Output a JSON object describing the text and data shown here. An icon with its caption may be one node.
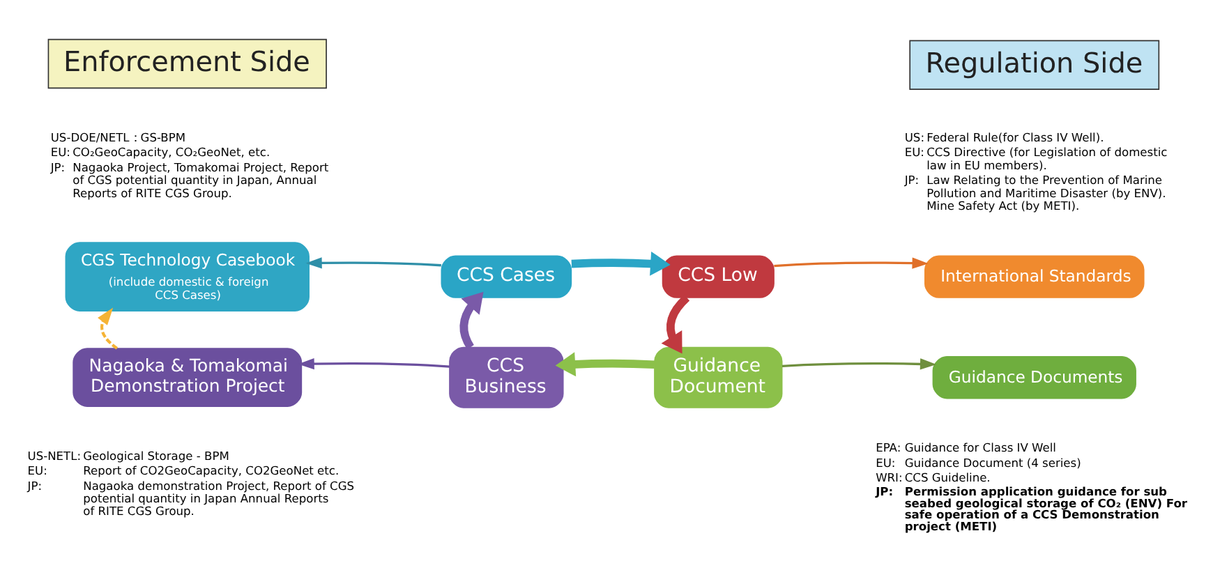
{
  "diagram": {
    "nodes": [
      {
        "text": [
          "Enforcement Side"
        ]
      },
      {
        "text": [
          "Regulation Side"
        ]
      },
      {
        "text": [
          "CGS Technology Casebook",
          "(include domestic & foreign CCS Cases)"
        ]
      },
      {
        "text": [
          "Nagaoka & Tomakomai Demonstration Project"
        ]
      },
      {
        "text": [
          "CCS Cases"
        ]
      },
      {
        "text": [
          "CCS Low"
        ]
      },
      {
        "text": [
          "CCS Business"
        ]
      },
      {
        "text": [
          "Guidance Document"
        ]
      },
      {
        "text": [
          "International Standards"
        ]
      },
      {
        "text": [
          "Guidance Documents"
        ]
      }
    ],
    "edges": [
      {
        "from": 4,
        "to": 5,
        "arrow": "to",
        "color": "#2aa5c6",
        "style": "thick"
      },
      {
        "from": 5,
        "to": 7,
        "arrow": "to",
        "color": "#c0393f",
        "style": "thick"
      },
      {
        "from": 7,
        "to": 6,
        "arrow": "to",
        "color": "#8cc04a",
        "style": "thick"
      },
      {
        "from": 6,
        "to": 4,
        "arrow": "to",
        "color": "#7a5aa8",
        "style": "thick"
      },
      {
        "from": 4,
        "to": 2,
        "arrow": "to",
        "color": "#2f8fa8"
      },
      {
        "from": 5,
        "to": 8,
        "arrow": "to",
        "color": "#e0702a"
      },
      {
        "from": 6,
        "to": 3,
        "arrow": "to",
        "color": "#6b4f9e"
      },
      {
        "from": 7,
        "to": 9,
        "arrow": "to",
        "color": "#6f8f3e"
      },
      {
        "from": 3,
        "to": 2,
        "arrow": "to",
        "style": "dashed",
        "color": "#f5b335"
      }
    ],
    "labels": [
      "US-DOE/NETL：GS-BPM",
      "EU:",
      "CO₂GeoCapacity, CO₂GeoNet, etc.",
      "JP:",
      "Nagaoka Project, Tomakomai Project, Report of CGS potential quantity in Japan, Annual Reports of RITE CGS Group.",
      "US:",
      "Federal Rule(for Class IV Well).",
      "EU:",
      "CCS Directive (for Legislation of domestic law in EU members).",
      "JP:",
      "Law Relating to the Prevention of Marine Pollution and Maritime Disaster (by ENV). Mine Safety Act (by METI).",
      "US-NETL:",
      "Geological Storage - BPM",
      "EU:",
      "Report of CO2GeoCapacity, CO2GeoNet etc.",
      "JP:",
      "Nagaoka demonstration Project, Report of CGS potential quantity in Japan Annual Reports of RITE CGS Group.",
      "EPA:",
      "Guidance for Class IV Well",
      "EU:",
      "Guidance Document (4 series)",
      "WRI:",
      "CCS Guideline.",
      "JP:",
      "Permission application guidance for sub seabed geological storage of CO₂ (ENV) For safe operation of a CCS Demonstration project (METI)"
    ]
  }
}
